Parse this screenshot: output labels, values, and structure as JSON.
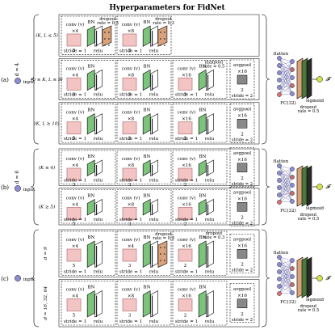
{
  "title": "Hyperparameters for FidNet",
  "sections": [
    {
      "label": "(a)",
      "d_label": "d = 4",
      "input_label": "input",
      "rows": [
        {
          "cond": "(K, L ≤ 5)",
          "blocks": [
            {
              "conv_label": "conv (v)",
              "mult": "×4",
              "kernel": "3",
              "stride": "stride = 1",
              "bn": "BN",
              "relu": "relu",
              "dropout": "dropout\nrate = 0.3"
            },
            {
              "conv_label": "conv (v)",
              "mult": "×8",
              "kernel": "3",
              "stride": "stride = 1",
              "bn": "BN",
              "relu": "relu",
              "dropout": "dropout\nrate = 0.3"
            }
          ],
          "pool": null,
          "avg": null
        },
        {
          "cond": "(6 ≤ K, L ≤ 9)",
          "blocks": [
            {
              "conv_label": "conv (v)",
              "mult": "×4",
              "kernel": "3",
              "stride": "stride = 1",
              "bn": "BN",
              "relu": "relu",
              "dropout": null
            },
            {
              "conv_label": "conv (v)",
              "mult": "×8",
              "kernel": "3",
              "stride": "stride = 1",
              "bn": "BN",
              "relu": "relu",
              "dropout": null
            },
            {
              "conv_label": "conv (v)",
              "mult": "×16",
              "kernel": "2",
              "stride": "stride = 1",
              "bn": "BN",
              "relu": "relu",
              "dropout": null
            }
          ],
          "pool": "maxpool\nrate = 0.5",
          "avg": {
            "label": "avgpool",
            "mult": "×16",
            "k": "2",
            "stride": "stride = 2"
          }
        },
        {
          "cond": "(K, L ≥ 10)",
          "blocks": [
            {
              "conv_label": "conv (v)",
              "mult": "×4",
              "kernel": "5",
              "stride": "stride = 1",
              "bn": "BN",
              "relu": "relu",
              "dropout": null
            },
            {
              "conv_label": "conv (v)",
              "mult": "×8",
              "kernel": "3",
              "stride": "stride = 1",
              "bn": "BN",
              "relu": "relu",
              "dropout": null
            },
            {
              "conv_label": "conv (v)",
              "mult": "×16",
              "kernel": "2",
              "stride": "stride = 1",
              "bn": "BN",
              "relu": "relu",
              "dropout": null
            }
          ],
          "pool": null,
          "avg": {
            "label": "avgpool",
            "mult": "×16",
            "k": "2",
            "stride": "stride = 2"
          }
        }
      ],
      "head": {
        "flatten": "flatten",
        "fc": "FC(32)",
        "dropout": "dropout\nrate = 0.5",
        "sigmoid": "sigmoid",
        "out": "𝓕"
      }
    },
    {
      "label": "(b)",
      "d_label": "d = 6",
      "input_label": "input",
      "rows": [
        {
          "cond": "(K ≤ 4)",
          "blocks": [
            {
              "conv_label": "conv (v)",
              "mult": "×4",
              "kernel": "3",
              "stride": "stride = 1",
              "bn": "BN",
              "relu": "relu",
              "dropout": null
            },
            {
              "conv_label": "conv (v)",
              "mult": "×8",
              "kernel": "3",
              "stride": "stride = 1",
              "bn": "BN",
              "relu": "relu",
              "dropout": null
            },
            {
              "conv_label": "conv (v)",
              "mult": "×16",
              "kernel": "2",
              "stride": "stride = 1",
              "bn": "BN",
              "relu": "relu",
              "dropout": null
            }
          ],
          "pool": null,
          "avg": {
            "label": "avgpool",
            "mult": "×16",
            "k": "2",
            "stride": "stride = 2"
          }
        },
        {
          "cond": "(K ≥ 5)",
          "blocks": [
            {
              "conv_label": "conv (v)",
              "mult": "×4",
              "kernel": "5",
              "stride": "stride = 1",
              "bn": "BN",
              "relu": "relu",
              "dropout": null
            },
            {
              "conv_label": "conv (v)",
              "mult": "×8",
              "kernel": "3",
              "stride": "stride = 1",
              "bn": "BN",
              "relu": "relu",
              "dropout": null
            },
            {
              "conv_label": "conv (v)",
              "mult": "×16",
              "kernel": "2",
              "stride": "stride = 1",
              "bn": "BN",
              "relu": "relu",
              "dropout": null
            }
          ],
          "pool": null,
          "avg": {
            "label": "avgpool",
            "mult": "×16",
            "k": "2",
            "stride": "stride = 2"
          }
        }
      ],
      "head": {
        "flatten": "flatten",
        "fc": "FC(32)",
        "dropout": "dropout\nrate = 0.5",
        "sigmoid": "sigmoid",
        "out": "𝓕"
      }
    },
    {
      "label": "(c)",
      "d_label": "",
      "input_label": "input",
      "rows": [
        {
          "cond": "d = 9",
          "blocks": [
            {
              "conv_label": "conv (v)",
              "mult": "×4",
              "kernel": "5",
              "stride": "stride = 1",
              "bn": "BN",
              "relu": "relu",
              "dropout": null
            },
            {
              "conv_label": "conv (v)",
              "mult": "×4",
              "kernel": "3",
              "stride": "stride = 1",
              "bn": "BN",
              "relu": "relu",
              "dropout": "dropout\nrate = 0.3"
            },
            {
              "conv_label": "conv (v)",
              "mult": "×16",
              "kernel": "2",
              "stride": "stride = 1",
              "bn": "BN",
              "relu": "relu",
              "dropout": null
            }
          ],
          "pool": "dropout\nrate = 0.3",
          "avg": {
            "label": "avgpool",
            "mult": "×16",
            "k": "2",
            "stride": "stride = 2"
          }
        },
        {
          "cond": "d = 16, 32, 64",
          "blocks": [
            {
              "conv_label": "conv (v)",
              "mult": "×4",
              "kernel": "5",
              "stride": "stride = 1",
              "bn": "BN",
              "relu": "relu",
              "dropout": null
            },
            {
              "conv_label": "conv (v)",
              "mult": "×8",
              "kernel": "3",
              "stride": "stride = 1",
              "bn": "BN",
              "relu": "relu",
              "dropout": null
            },
            {
              "conv_label": "conv (v)",
              "mult": "×16",
              "kernel": "2",
              "stride": "stride = 1",
              "bn": "BN",
              "relu": "relu",
              "dropout": null
            }
          ],
          "pool": null,
          "avg": {
            "label": "avgpool",
            "mult": "×16",
            "k": "2",
            "stride": "stride = 2"
          }
        }
      ],
      "head": {
        "flatten": "flatten",
        "fc": "FC(32)",
        "dropout": "dropout\nrate = 0.5",
        "sigmoid": "sigmoid",
        "out": "𝓕"
      }
    }
  ],
  "colors": {
    "input_node": "#8c8cd8",
    "conv_fill": "#f2c4c4",
    "conv_stroke": "#c08080",
    "bn_fill": "#7cc47c",
    "dropout_fill": "#d9a27a",
    "head_net_line": "#6a6aa8",
    "head_node_top": "#8c8cd8",
    "head_node_bottom": "#e07070",
    "output_node": "#d6e24a"
  }
}
